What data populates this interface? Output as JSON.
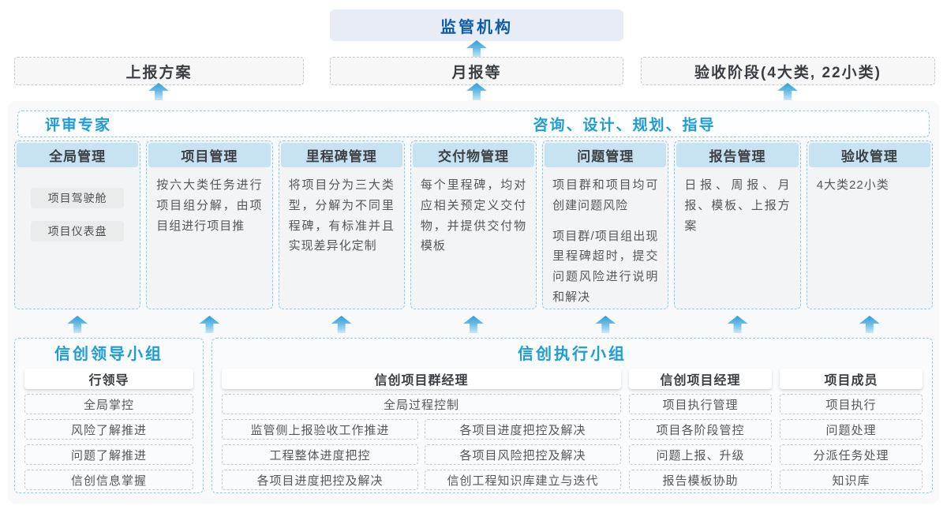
{
  "colors": {
    "accent_blue": "#1e9cd7",
    "dark_blue": "#0d5ca8",
    "arrow_blue": "#3aa4dc",
    "column_header_bg": "#c7e3f2",
    "dashed_blue_border": "#8ecae8",
    "dashed_gray_border": "#c6c8ca"
  },
  "top": {
    "regulator": "监管机构"
  },
  "report_row": [
    {
      "label": "上报方案"
    },
    {
      "label": "月报等"
    },
    {
      "label": "验收阶段(4大类, 22小类)"
    }
  ],
  "band": {
    "left": "评审专家",
    "right": "咨询、设计、规划、指导"
  },
  "columns": [
    {
      "title": "全局管理",
      "pills": [
        "项目驾驶舱",
        "项目仪表盘"
      ]
    },
    {
      "title": "项目管理",
      "paragraphs": [
        "按六大类任务进行项目组分解，由项目组进行项目推"
      ]
    },
    {
      "title": "里程碑管理",
      "paragraphs": [
        "将项目分为三大类型，分解为不同里程碑，有标准并且实现差异化定制"
      ]
    },
    {
      "title": "交付物管理",
      "paragraphs": [
        "每个里程碑，均对应相关预定义交付物，并提供交付物模板"
      ]
    },
    {
      "title": "问题管理",
      "paragraphs": [
        "项目群和项目均可创建问题风险",
        "项目群/项目组出现里程碑超时，提交问题风险进行说明和解决"
      ]
    },
    {
      "title": "报告管理",
      "paragraphs": [
        "日报、周报、月报、模板、上报方案"
      ]
    },
    {
      "title": "验收管理",
      "paragraphs": [
        "4大类22小类"
      ]
    }
  ],
  "bottom": {
    "leader_group": {
      "title": "信创领导小组",
      "role": "行领导",
      "items": [
        "全局掌控",
        "风险了解推进",
        "问题了解推进",
        "信创信息掌握"
      ]
    },
    "exec_group": {
      "title": "信创执行小组",
      "program_manager": {
        "role": "信创项目群经理",
        "full_item": "全局过程控制",
        "left_items": [
          "监管侧上报验收工作推进",
          "工程整体进度把控",
          "各项目进度把控及解决"
        ],
        "right_items": [
          "各项目进度把控及解决",
          "各项目风险把控及解决",
          "信创工程知识库建立与迭代"
        ]
      },
      "project_manager": {
        "role": "信创项目经理",
        "items": [
          "项目执行管理",
          "项目各阶段管控",
          "问题上报、升级",
          "报告模板协助"
        ]
      },
      "members": {
        "role": "项目成员",
        "items": [
          "项目执行",
          "问题处理",
          "分派任务处理",
          "知识库"
        ]
      }
    }
  }
}
